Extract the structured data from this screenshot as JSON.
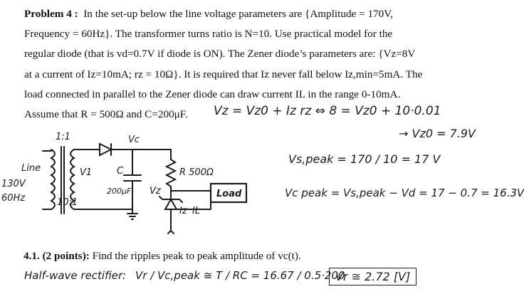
{
  "problem": {
    "heading": "Problem 4 :",
    "lines": [
      "In the set-up below the line voltage parameters are {Amplitude = 170V,",
      "Frequency = 60Hz}. The transformer turns ratio is N=10. Use practical model for the",
      "regular diode (that is vd=0.7V if diode is ON). The Zener diode’s parameters are: {Vz=8V",
      "at a current of Iz=10mA; rz = 10Ω}. It is required that Iz never fall below Iz,min=5mA. The",
      "load connected in parallel to the Zener diode can draw current IL in the range 0-10mA.",
      "Assume that R = 500Ω and C=200μF."
    ]
  },
  "handwriting": {
    "zener_eq": "Vz = Vz0 + Iz rz  ⇔  8 = Vz0 + 10·0.01",
    "zener_result": "→ Vz0 = 7.9V",
    "peak_secondary": "Vs,peak = 170 / 10 = 17 V",
    "peak_cap": "Vc peak = Vs,peak − Vd = 17 − 0.7 = 16.3V",
    "ripple_label": "Half-wave rectifier:",
    "ripple_frac": "Vr / Vc,peak ≅ T / RC = 16.67 / 0.5·200",
    "ripple_result": "Vr ≅ 2.72 [V]"
  },
  "circuit": {
    "ratio_top": "1:1",
    "ratio_bottom": "10:1",
    "line_label": "Line",
    "src_v": "130V",
    "src_f": "60Hz",
    "v1": "V1",
    "vc": "Vc",
    "c_label": "C",
    "c_value": "200μF",
    "r_label": "R 500Ω",
    "vz": "Vz",
    "iz": "Iz",
    "il": "IL",
    "load": "Load"
  },
  "question": {
    "number": "4.1. (2 points):",
    "text": "Find the ripples peak to peak amplitude of vc(t)."
  }
}
